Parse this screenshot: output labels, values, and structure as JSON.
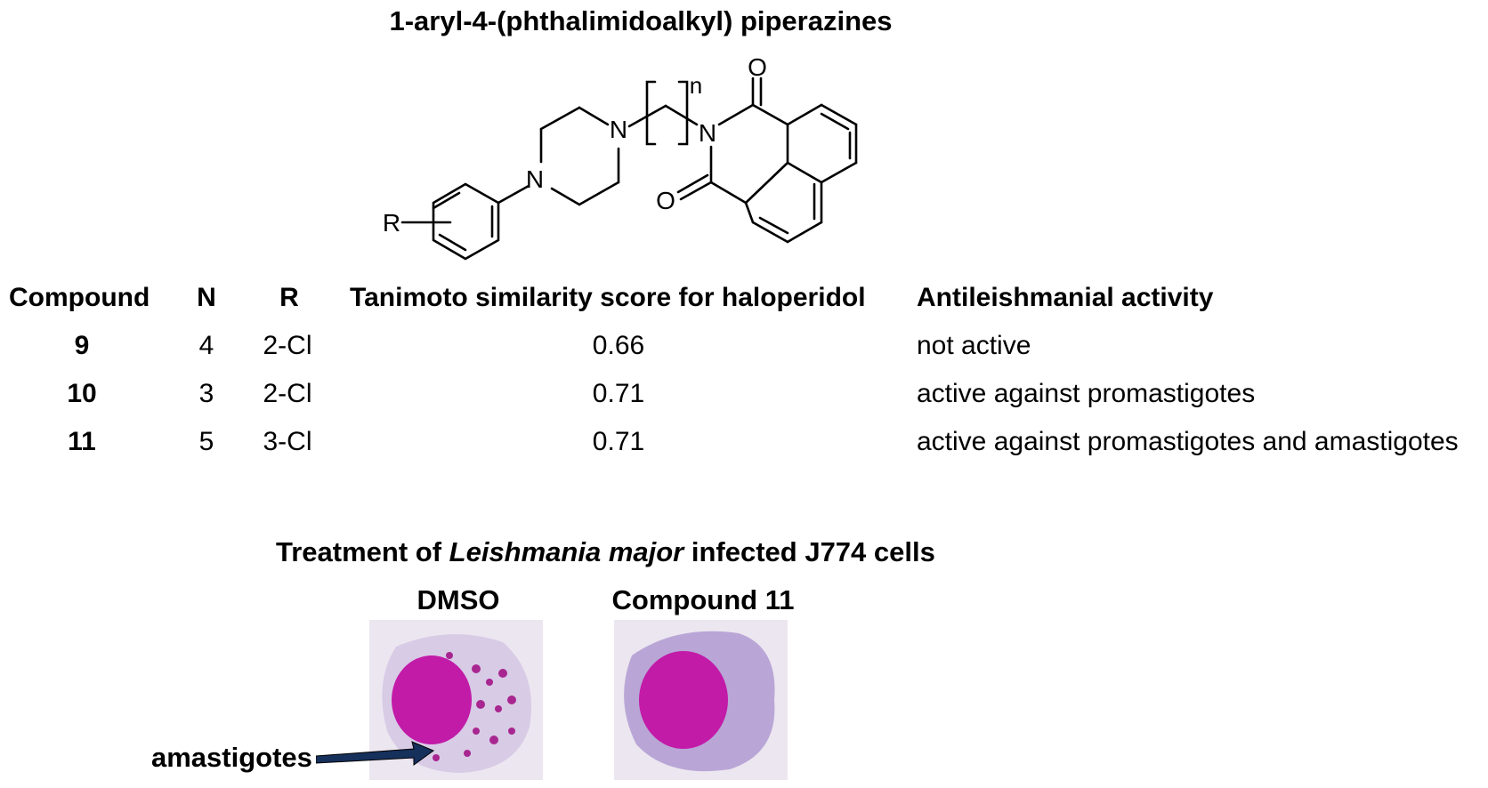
{
  "title": "1-aryl-4-(phthalimidoalkyl) piperazines",
  "structure": {
    "atom_n1": "N",
    "atom_n2": "N",
    "atom_n3": "N",
    "atom_o1": "O",
    "atom_o2": "O",
    "label_r": "R",
    "label_n": "n"
  },
  "table": {
    "headers": [
      "Compound",
      "N",
      "R",
      "Tanimoto similarity score for haloperidol",
      "Antileishmanial activity"
    ],
    "rows": [
      {
        "compound": "9",
        "n": "4",
        "r": "2-Cl",
        "score": "0.66",
        "activity": "not active"
      },
      {
        "compound": "10",
        "n": "3",
        "r": "2-Cl",
        "score": "0.71",
        "activity": "active against promastigotes"
      },
      {
        "compound": "11",
        "n": "5",
        "r": "3-Cl",
        "score": "0.71",
        "activity": "active against promastigotes and amastigotes"
      }
    ]
  },
  "treatment": {
    "title_prefix": "Treatment of ",
    "title_italic": "Leishmania major",
    "title_suffix": " infected J774 cells",
    "label_left": "DMSO",
    "label_right": "Compound 11",
    "arrow_label": "amastigotes"
  },
  "colors": {
    "nucleus": "#c21ba8",
    "cytoplasm": "#b9a6d6",
    "background_stain": "#e8e2ee",
    "arrow_fill": "#16305c"
  }
}
